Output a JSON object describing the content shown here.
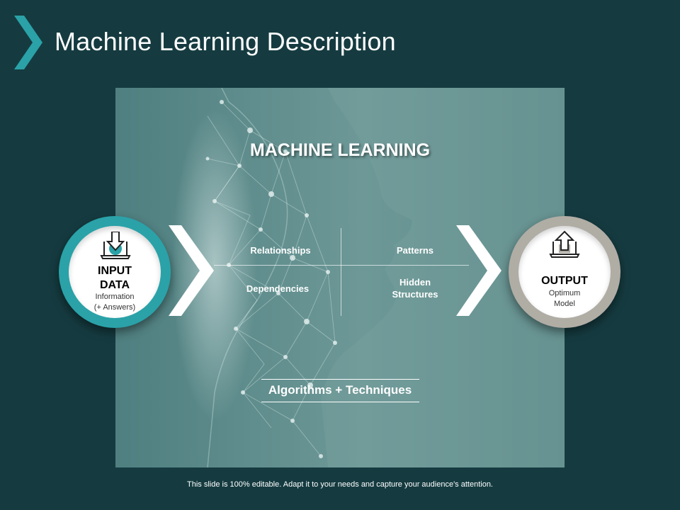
{
  "slide": {
    "title": "Machine Learning Description",
    "footer": "This slide is 100% editable. Adapt it to your needs and capture your audience's attention."
  },
  "diagram": {
    "heading": "MACHINE LEARNING",
    "quadrants": {
      "top_left": "Relationships",
      "top_right": "Patterns",
      "bottom_left": "Dependencies",
      "bottom_right": "Hidden Structures"
    },
    "bottom_label": "Algorithms + Techniques",
    "input": {
      "title": "INPUT DATA",
      "subtitle_line1": "Information",
      "subtitle_line2": "(+ Answers)",
      "icon": "laptop-download-icon"
    },
    "output": {
      "title": "OUTPUT",
      "subtitle_line1": "Optimum",
      "subtitle_line2": "Model",
      "icon": "laptop-upload-icon"
    }
  },
  "colors": {
    "background": "#153b40",
    "panel": "#5e8d8c",
    "accent_teal": "#2aa2a8",
    "accent_gray": "#b0ada5",
    "text_light": "#ffffff"
  }
}
